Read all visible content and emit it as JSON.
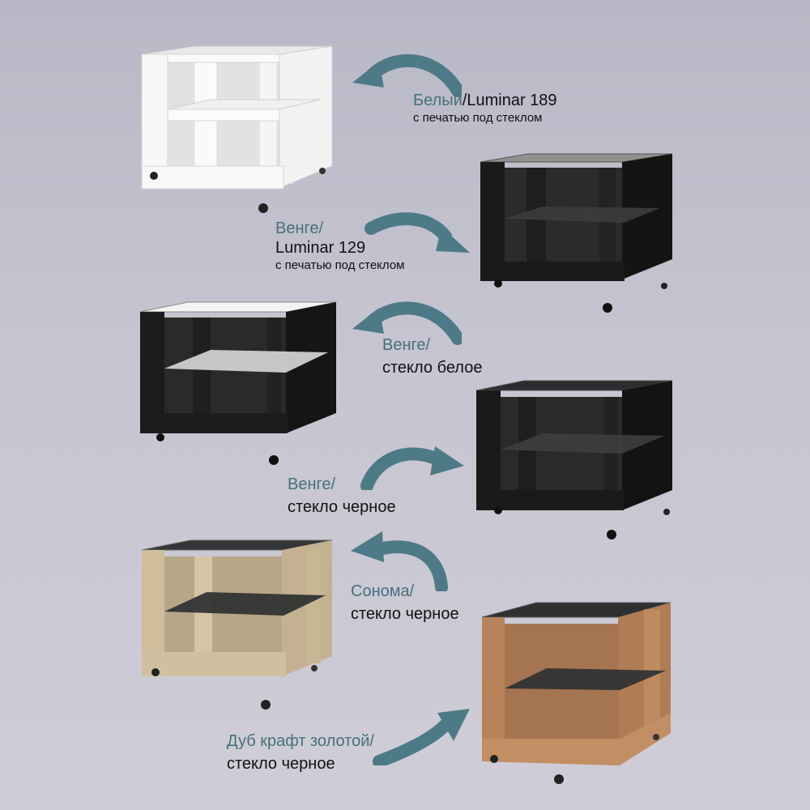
{
  "variants": [
    {
      "color_label": "Белый",
      "separator": "/",
      "material_label": "Luminar 189",
      "note": "с печатью под стеклом"
    },
    {
      "color_label": "Венге/",
      "material_label": "Luminar 129",
      "note": "с печатью под стеклом"
    },
    {
      "color_label": "Венге/",
      "material_label": "стекло белое"
    },
    {
      "color_label": "Венге/",
      "material_label": "стекло черное"
    },
    {
      "color_label": "Сонома/",
      "material_label": "стекло черное"
    },
    {
      "color_label": "Дуб крафт золотой/",
      "material_label": "стекло черное"
    }
  ],
  "colors": {
    "accent": "#47707c",
    "arrow": "#4d7a86",
    "white_body": "#f4f4f4",
    "wenge": "#1c1c1e",
    "sonoma": "#cdbb9a",
    "oak_gold": "#b88358",
    "glass_dark": "#2a2c2e",
    "glass_white": "#e6e6e6"
  },
  "icons": [
    "curved-arrow-icon"
  ]
}
